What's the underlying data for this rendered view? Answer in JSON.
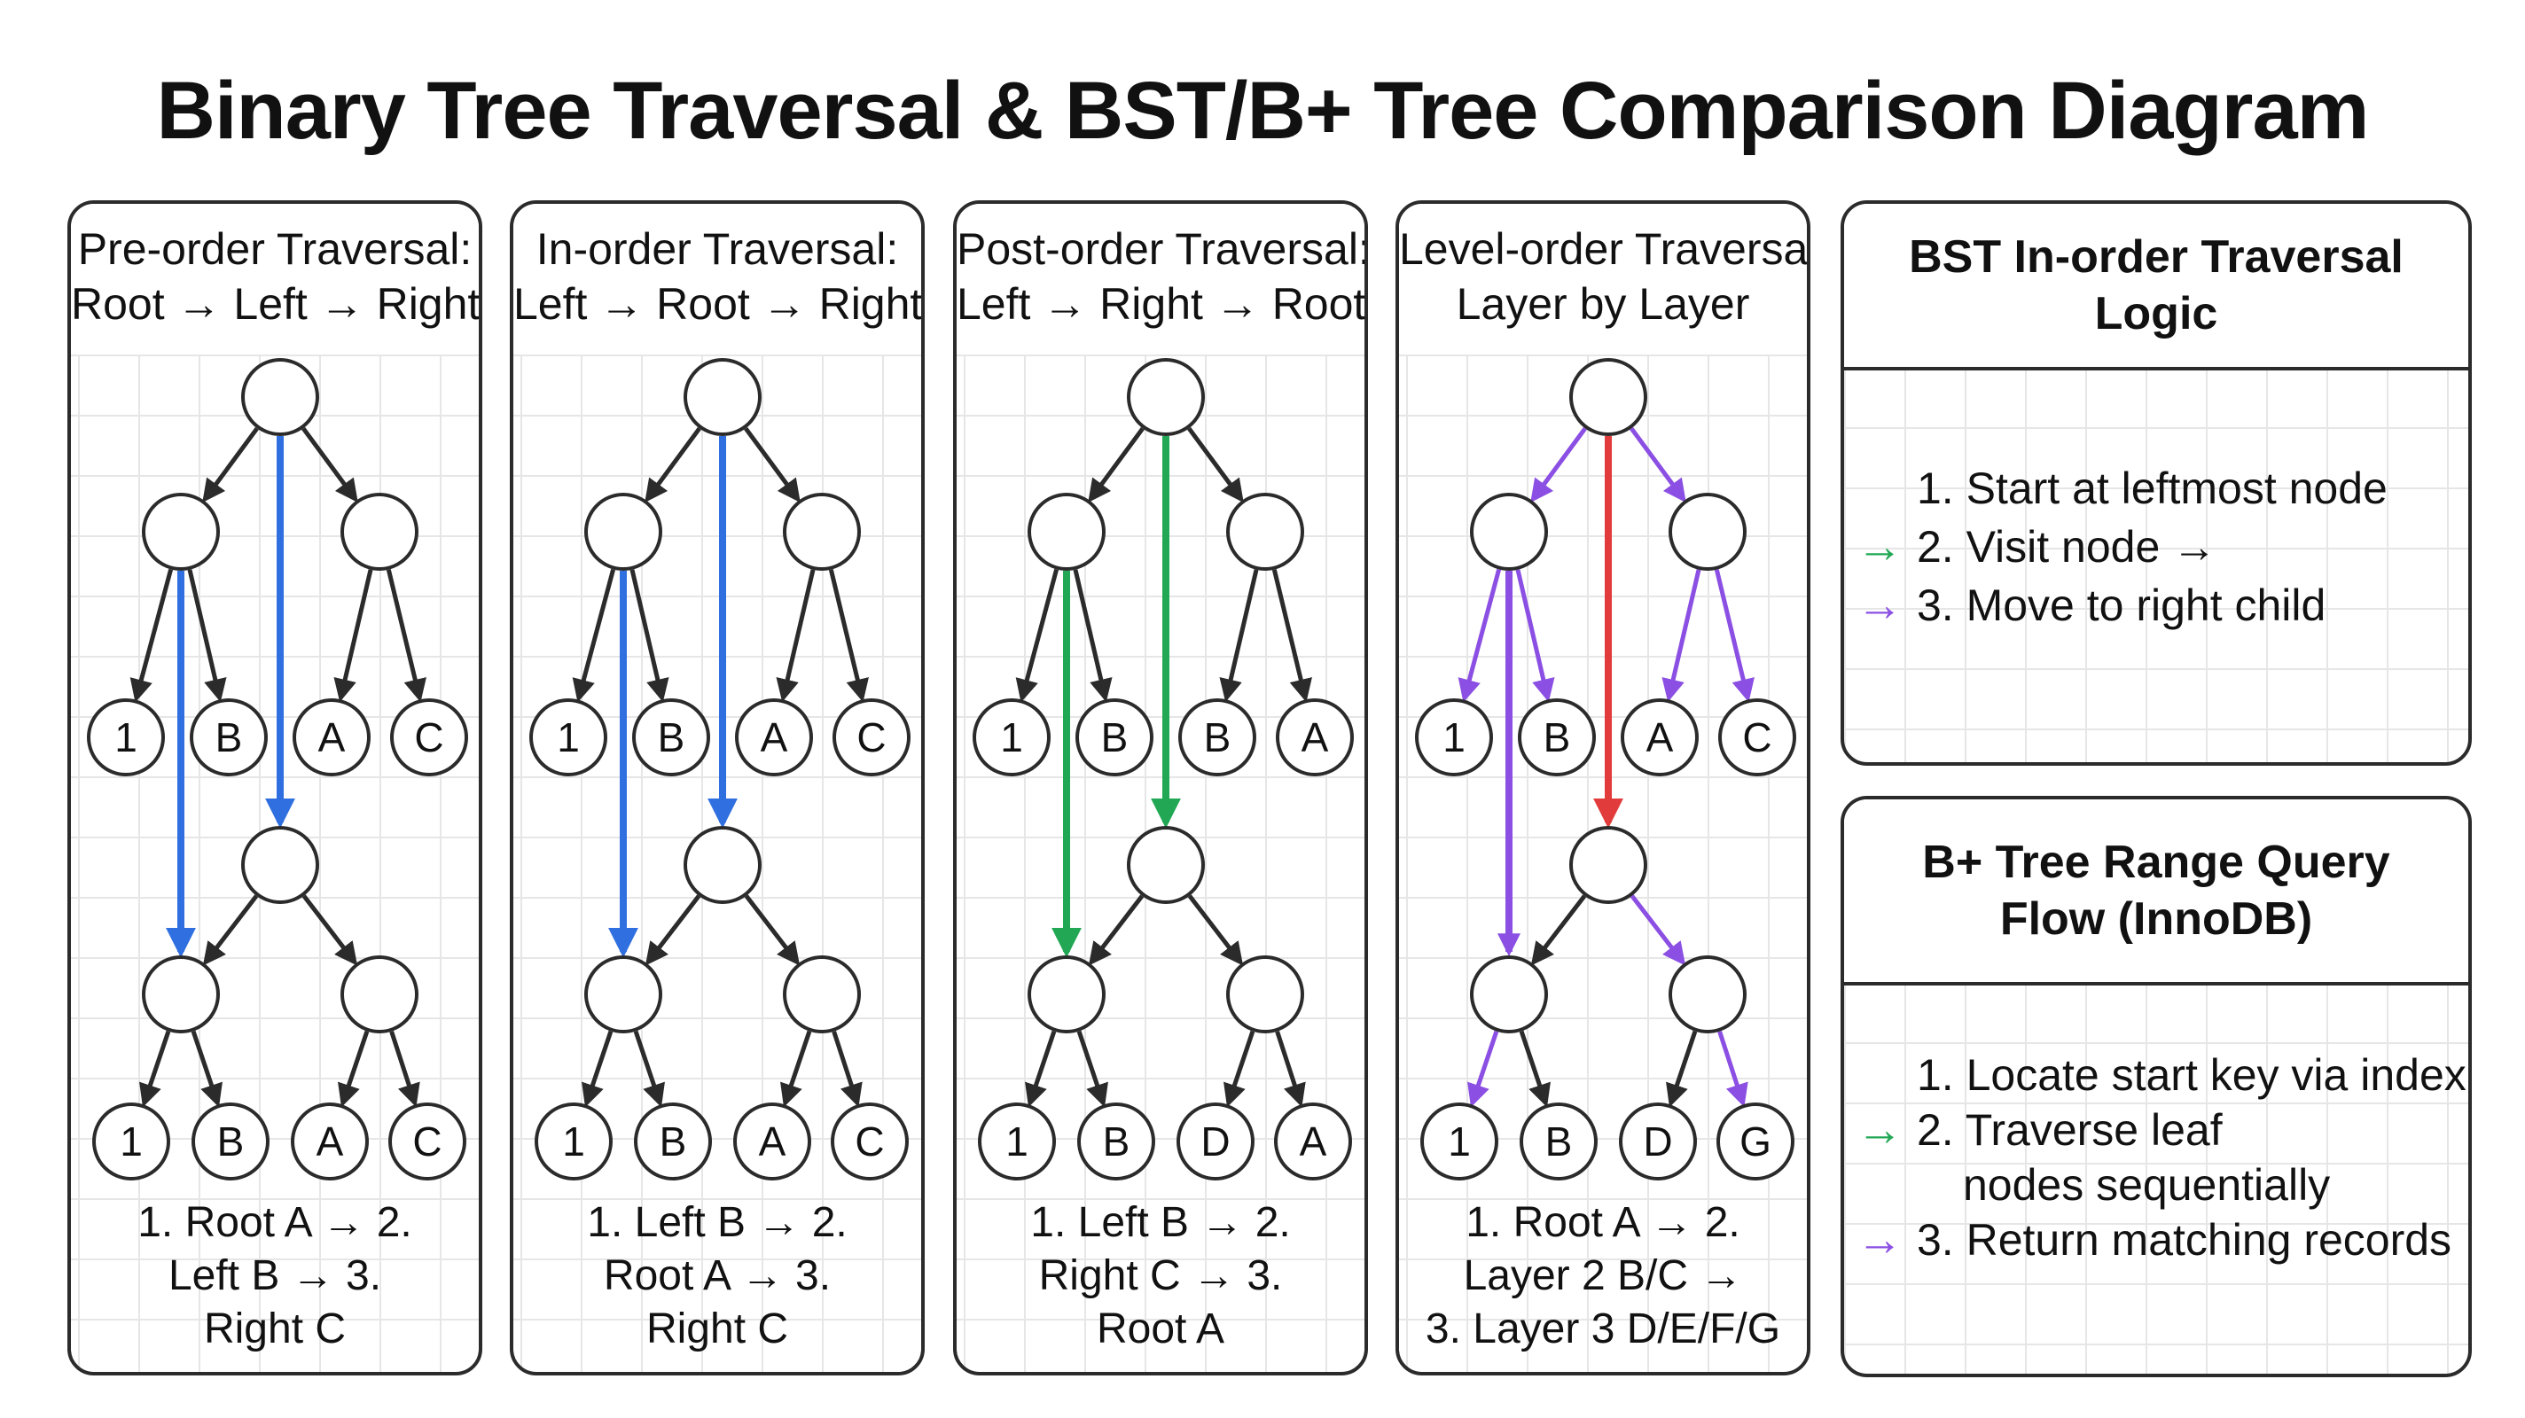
{
  "title": "Binary Tree Traversal & BST/B+ Tree Comparison Diagram",
  "colors": {
    "blue": "#2f6fe0",
    "green": "#22a855",
    "red": "#e23b3b",
    "purple": "#8b4fe3",
    "dark": "#2b2b2b"
  },
  "panels": [
    {
      "title_lines": [
        "Pre-order Traversal:",
        "Root → Left → Right"
      ],
      "upper_leaves": [
        "1",
        "B",
        "A",
        "C"
      ],
      "lower_leaves": [
        "1",
        "B",
        "A",
        "C"
      ],
      "caption_lines": [
        "1. Root A → 2.",
        "Left B → 3.",
        "Right C"
      ],
      "accent": "blue"
    },
    {
      "title_lines": [
        "In-order Traversal:",
        "Left → Root → Right"
      ],
      "upper_leaves": [
        "1",
        "B",
        "A",
        "C"
      ],
      "lower_leaves": [
        "1",
        "B",
        "A",
        "C"
      ],
      "caption_lines": [
        "1. Left B → 2.",
        "Root A → 3.",
        "Right C"
      ],
      "accent": "blue"
    },
    {
      "title_lines": [
        "Post-order Traversal:",
        "Left → Right → Root"
      ],
      "upper_leaves": [
        "1",
        "B",
        "B",
        "A"
      ],
      "lower_leaves": [
        "1",
        "B",
        "D",
        "A"
      ],
      "caption_lines": [
        "1. Left B → 2.",
        "Right C → 3.",
        "Root A"
      ],
      "accent": "green"
    },
    {
      "title_lines": [
        "Level-order Traversal:",
        "Layer by Layer"
      ],
      "upper_leaves": [
        "1",
        "B",
        "A",
        "C"
      ],
      "lower_leaves": [
        "1",
        "B",
        "D",
        "G"
      ],
      "caption_lines": [
        "1. Root A → 2.",
        "Layer 2 B/C →",
        "3. Layer 3 D/E/F/G"
      ],
      "accent": "purple"
    }
  ],
  "bst_box": {
    "title": "BST In-order Traversal Logic",
    "steps": [
      {
        "arrow": "",
        "lines": [
          "1. Start at leftmost node"
        ]
      },
      {
        "arrow": "green",
        "lines": [
          "2. Visit node →"
        ]
      },
      {
        "arrow": "purple",
        "lines": [
          "3. Move to right child"
        ]
      }
    ]
  },
  "bplus_box": {
    "title_lines": [
      "B+ Tree Range Query",
      "Flow (InnoDB)"
    ],
    "steps": [
      {
        "arrow": "",
        "lines": [
          "1. Locate start key via index"
        ]
      },
      {
        "arrow": "green",
        "lines": [
          "2. Traverse leaf",
          "nodes sequentially"
        ]
      },
      {
        "arrow": "purple",
        "lines": [
          "3. Return matching records"
        ]
      }
    ]
  }
}
